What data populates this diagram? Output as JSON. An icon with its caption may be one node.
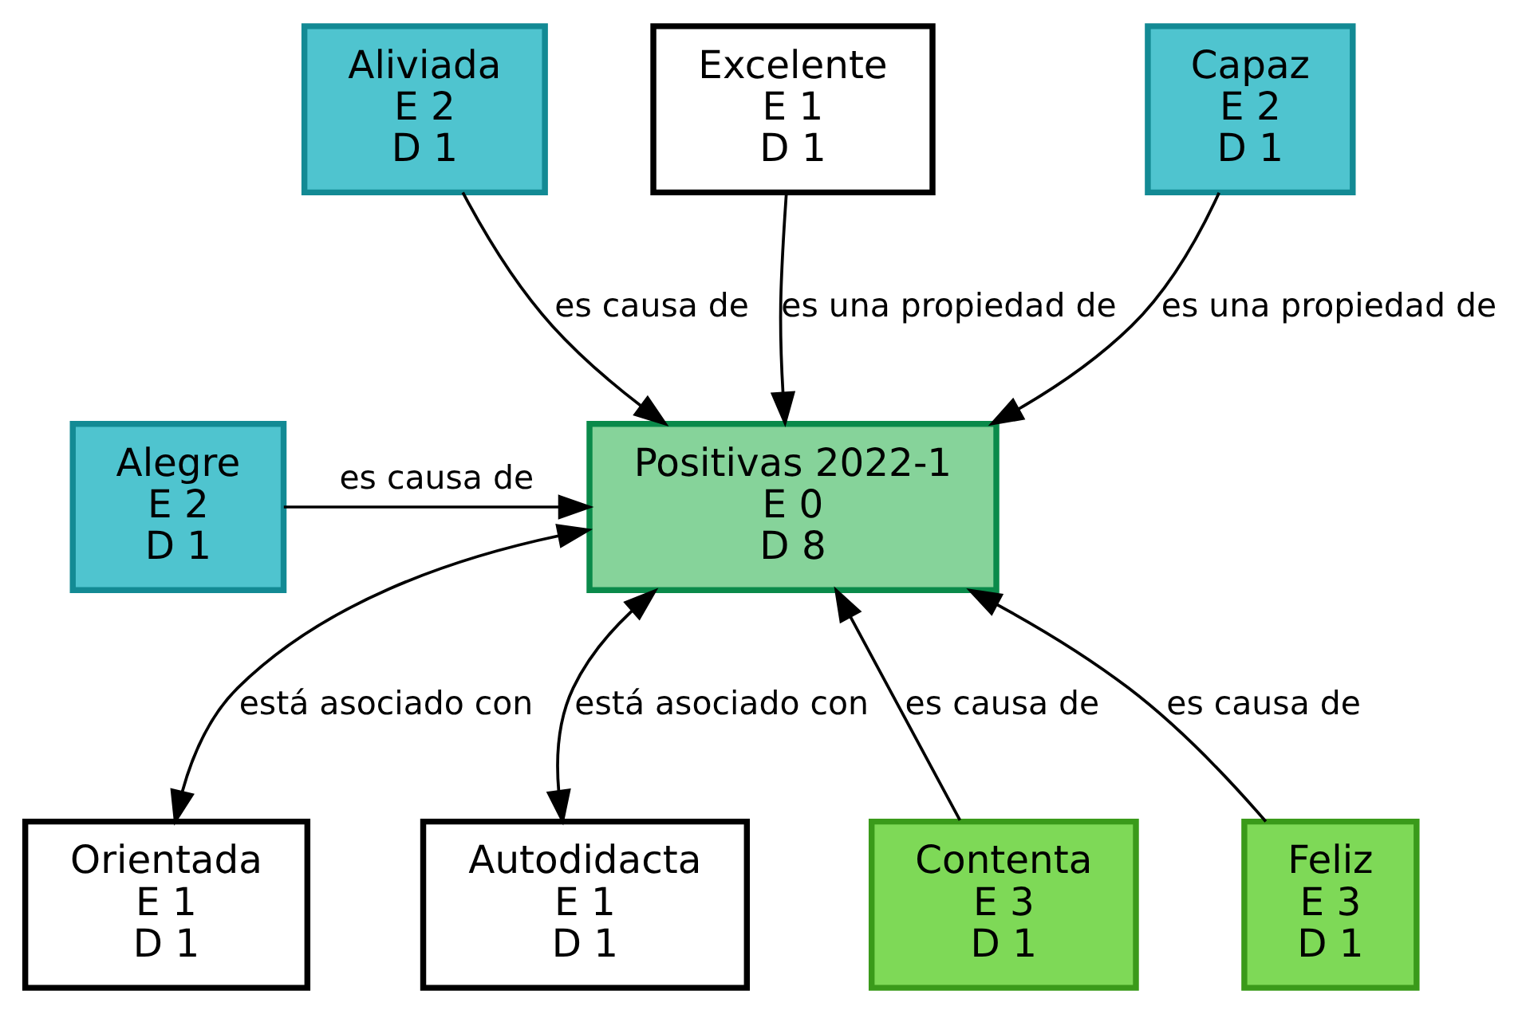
{
  "diagram": {
    "nodes": [
      {
        "text": [
          "Positivas 2022-1",
          "E 0",
          "D 8"
        ]
      },
      {
        "text": [
          "Contenta",
          "E 3",
          "D 1"
        ]
      },
      {
        "text": [
          "Orientada",
          "E 1",
          "D 1"
        ]
      },
      {
        "text": [
          "Feliz",
          "E 3",
          "D 1"
        ]
      },
      {
        "text": [
          "Autodidacta",
          "E 1",
          "D 1"
        ]
      },
      {
        "text": [
          "Alegre",
          "E 2",
          "D 1"
        ]
      },
      {
        "text": [
          "Aliviada",
          "E 2",
          "D 1"
        ]
      },
      {
        "text": [
          "Excelente",
          "E 1",
          "D 1"
        ]
      },
      {
        "text": [
          "Capaz",
          "E 2",
          "D 1"
        ]
      }
    ],
    "edges": [
      {
        "from": 1,
        "to": 0,
        "arrow": "to",
        "label": "es causa de"
      },
      {
        "from": 3,
        "to": 0,
        "arrow": "to",
        "label": "es causa de"
      },
      {
        "from": 0,
        "to": 2,
        "arrow": "both",
        "label": "está asociado con"
      },
      {
        "from": 0,
        "to": 4,
        "arrow": "both",
        "label": "está asociado con"
      },
      {
        "from": 5,
        "to": 0,
        "arrow": "to",
        "label": "es causa de"
      },
      {
        "from": 6,
        "to": 0,
        "arrow": "to",
        "label": "es causa de"
      },
      {
        "from": 8,
        "to": 0,
        "arrow": "to",
        "label": "es una propiedad de"
      },
      {
        "from": 7,
        "to": 0,
        "arrow": "to",
        "label": "es una propiedad de"
      }
    ]
  }
}
